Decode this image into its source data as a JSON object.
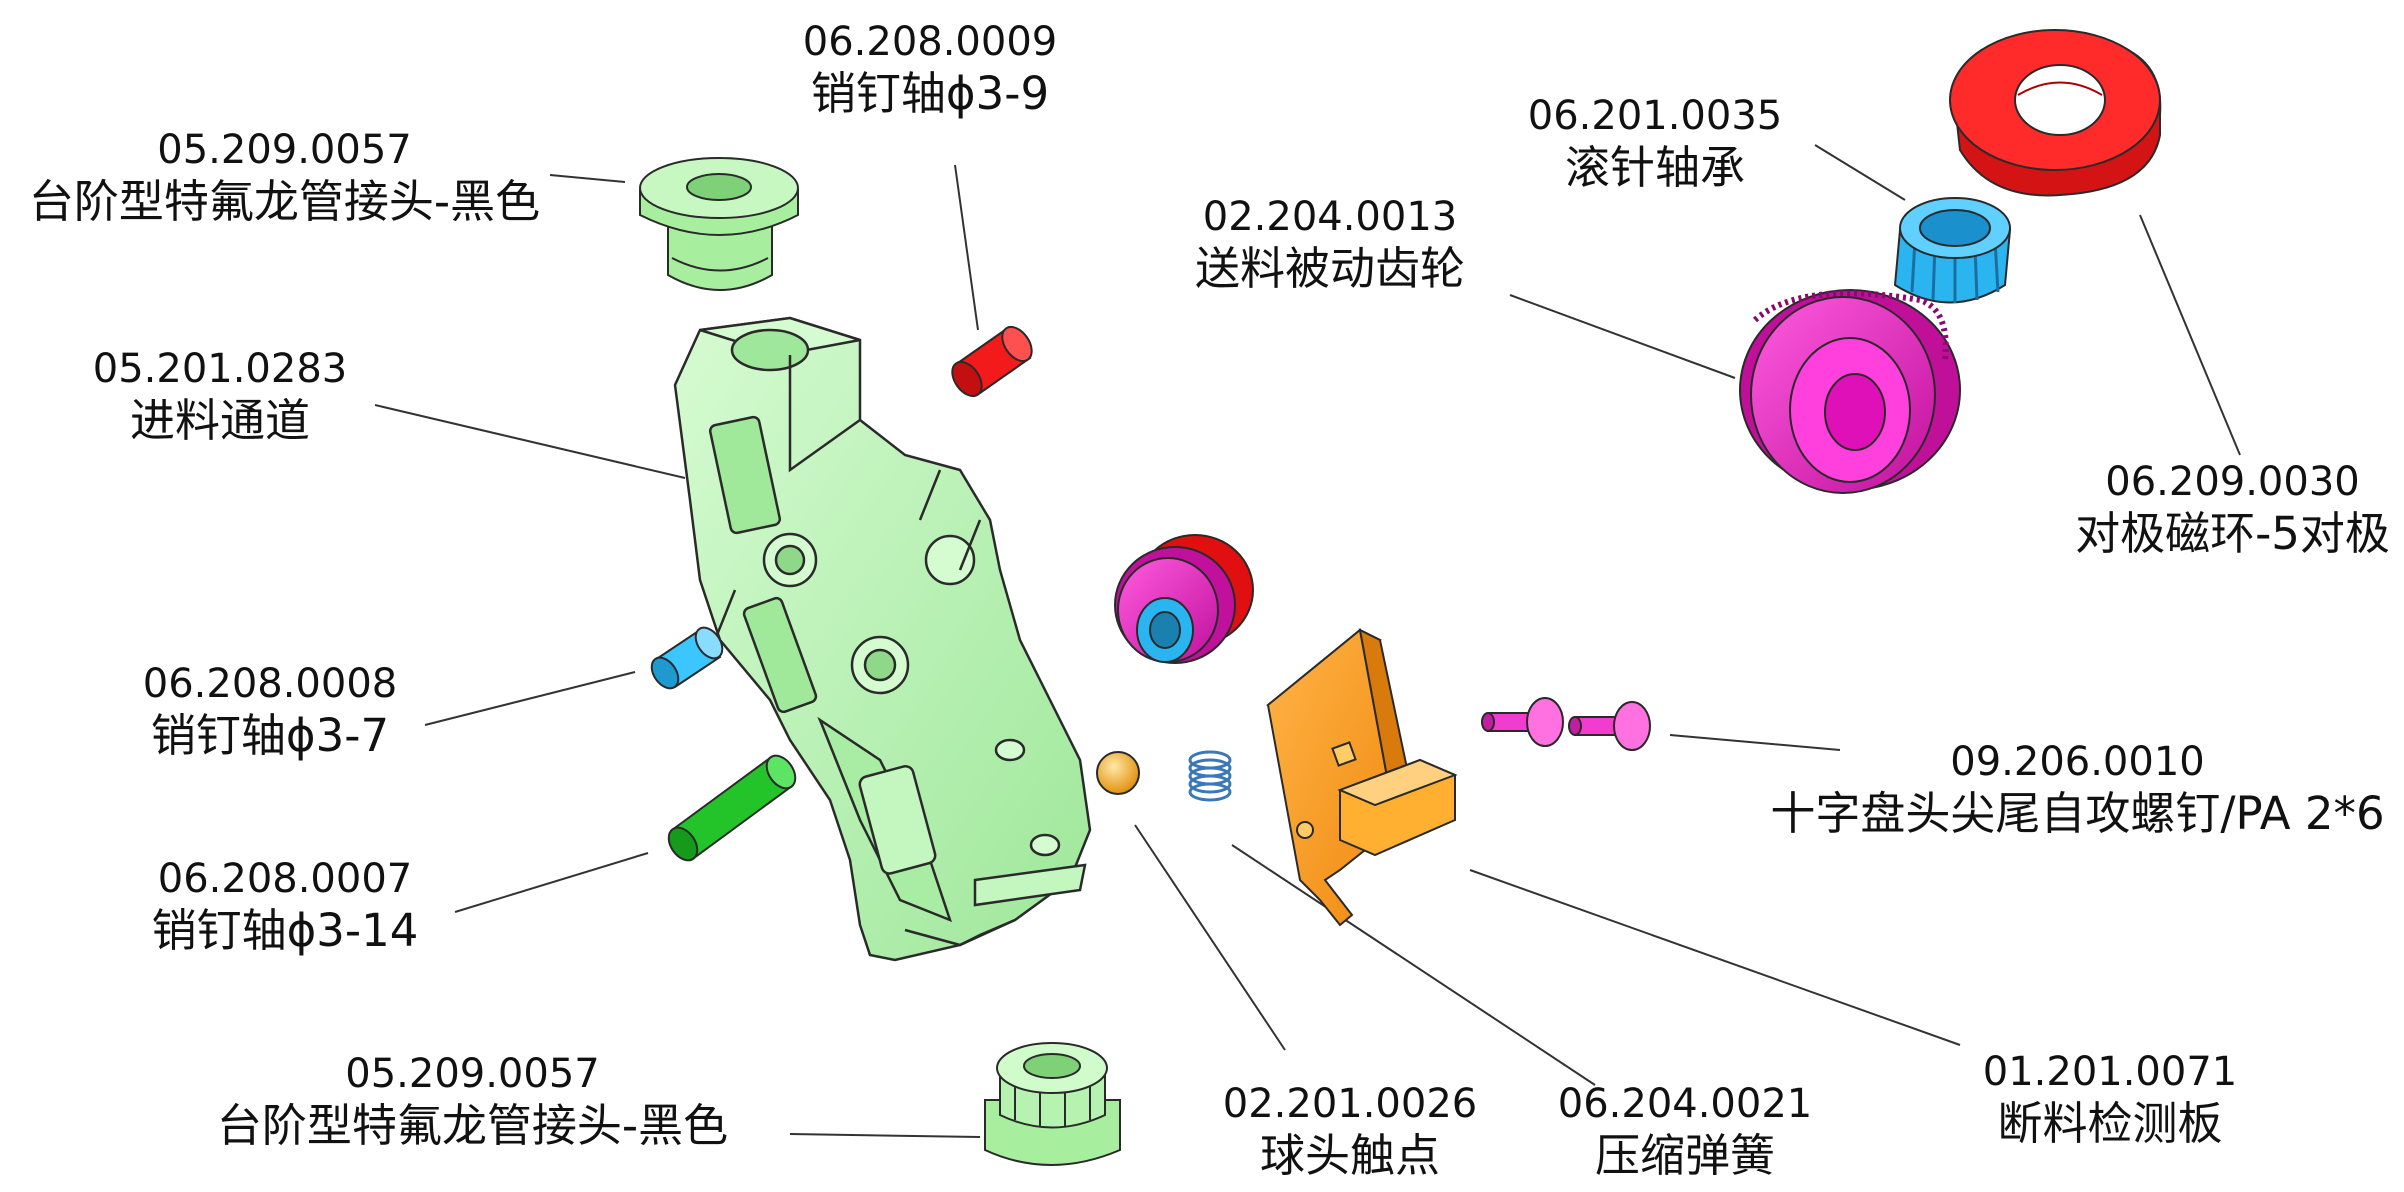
{
  "labels": {
    "tube_fitting_top": {
      "code": "05.209.0057",
      "name": "台阶型特氟龙管接头-黑色"
    },
    "pin_3_9": {
      "code": "06.208.0009",
      "name": "销钉轴ϕ3-9"
    },
    "needle_bearing": {
      "code": "06.201.0035",
      "name": "滚针轴承"
    },
    "feed_gear": {
      "code": "02.204.0013",
      "name": "送料被动齿轮"
    },
    "feed_channel": {
      "code": "05.201.0283",
      "name": "进料通道"
    },
    "magnet_ring": {
      "code": "06.209.0030",
      "name": "对极磁环-5对极"
    },
    "pin_3_7": {
      "code": "06.208.0008",
      "name": "销钉轴ϕ3-7"
    },
    "screw": {
      "code": "09.206.0010",
      "name": "十字盘头尖尾自攻螺钉/PA 2*6"
    },
    "pin_3_14": {
      "code": "06.208.0007",
      "name": "销钉轴ϕ3-14"
    },
    "tube_fitting_bottom": {
      "code": "05.209.0057",
      "name": "台阶型特氟龙管接头-黑色"
    },
    "ball_contact": {
      "code": "02.201.0026",
      "name": "球头触点"
    },
    "spring": {
      "code": "06.204.0021",
      "name": "压缩弹簧"
    },
    "sensor_board": {
      "code": "01.201.0071",
      "name": "断料检测板"
    }
  },
  "colors": {
    "background": "#ffffff",
    "leader_line": "#333333",
    "outline": "#2a2a2a",
    "channel_green": "#b8f5b4",
    "fitting_green": "#b6f3b0",
    "pin_red": "#f21a1a",
    "pin_blue": "#3cc6ff",
    "pin_green": "#22c42a",
    "bearing_blue": "#2ab4f0",
    "gear_magenta": "#f21ecb",
    "magnet_red": "#ff2424",
    "board_orange": "#ff9a1e",
    "ball_gold": "#f5a623",
    "spring_blue": "#3a78b8",
    "screw_magenta": "#f23cd0"
  }
}
